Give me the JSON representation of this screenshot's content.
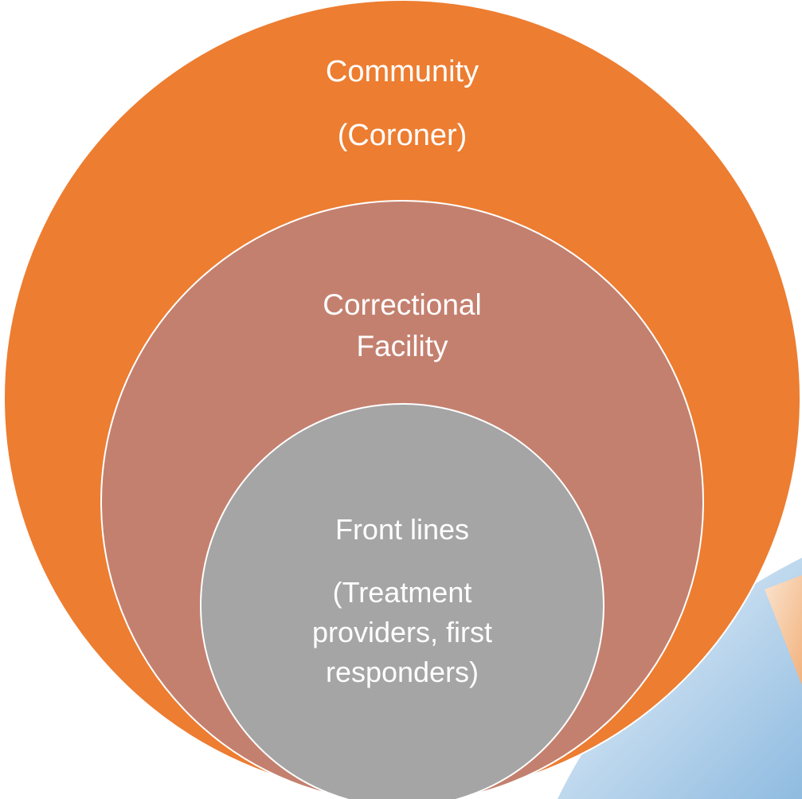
{
  "diagram": {
    "type": "nested-circles",
    "colors": {
      "outer": "#ed7d31",
      "middle": "#c4806f",
      "inner": "#a5a5a5",
      "outline": "#ffffff",
      "label": "#ffffff",
      "decor_light": "#dbe9f4",
      "decor_dark": "#7fb0d6",
      "decor_orange": "#f2b27c"
    },
    "circles": [
      {
        "id": "outer",
        "lines": [
          "Community",
          "(Coroner)"
        ]
      },
      {
        "id": "middle",
        "lines": [
          "Correctional",
          "Facility"
        ]
      },
      {
        "id": "inner",
        "lines": [
          "Front lines",
          "(Treatment",
          "providers, first",
          "responders)"
        ]
      }
    ]
  }
}
